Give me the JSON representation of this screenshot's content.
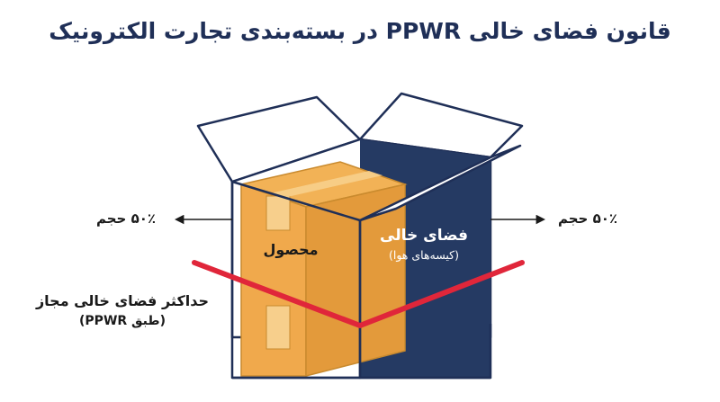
{
  "title": "قانون فضای خالی PPWR در بسته‌بندی تجارت الکترونیک",
  "labels": {
    "volume_left": "۵۰٪ حجم",
    "volume_right": "۵۰٪ حجم",
    "product": "محصول",
    "void_space": "فضای خالی",
    "void_space_sub": "(کیسه‌های هوا)",
    "max_void": "حداکثر فضای خالی مجاز",
    "max_void_sub": "(طبق PPWR)"
  },
  "colors": {
    "title": "#1f2f57",
    "navy_void": "#253a63",
    "box_outline": "#1f2f57",
    "product_box": "#f0a94c",
    "product_box_dark": "#c98a2e",
    "red_line": "#e0263a"
  }
}
